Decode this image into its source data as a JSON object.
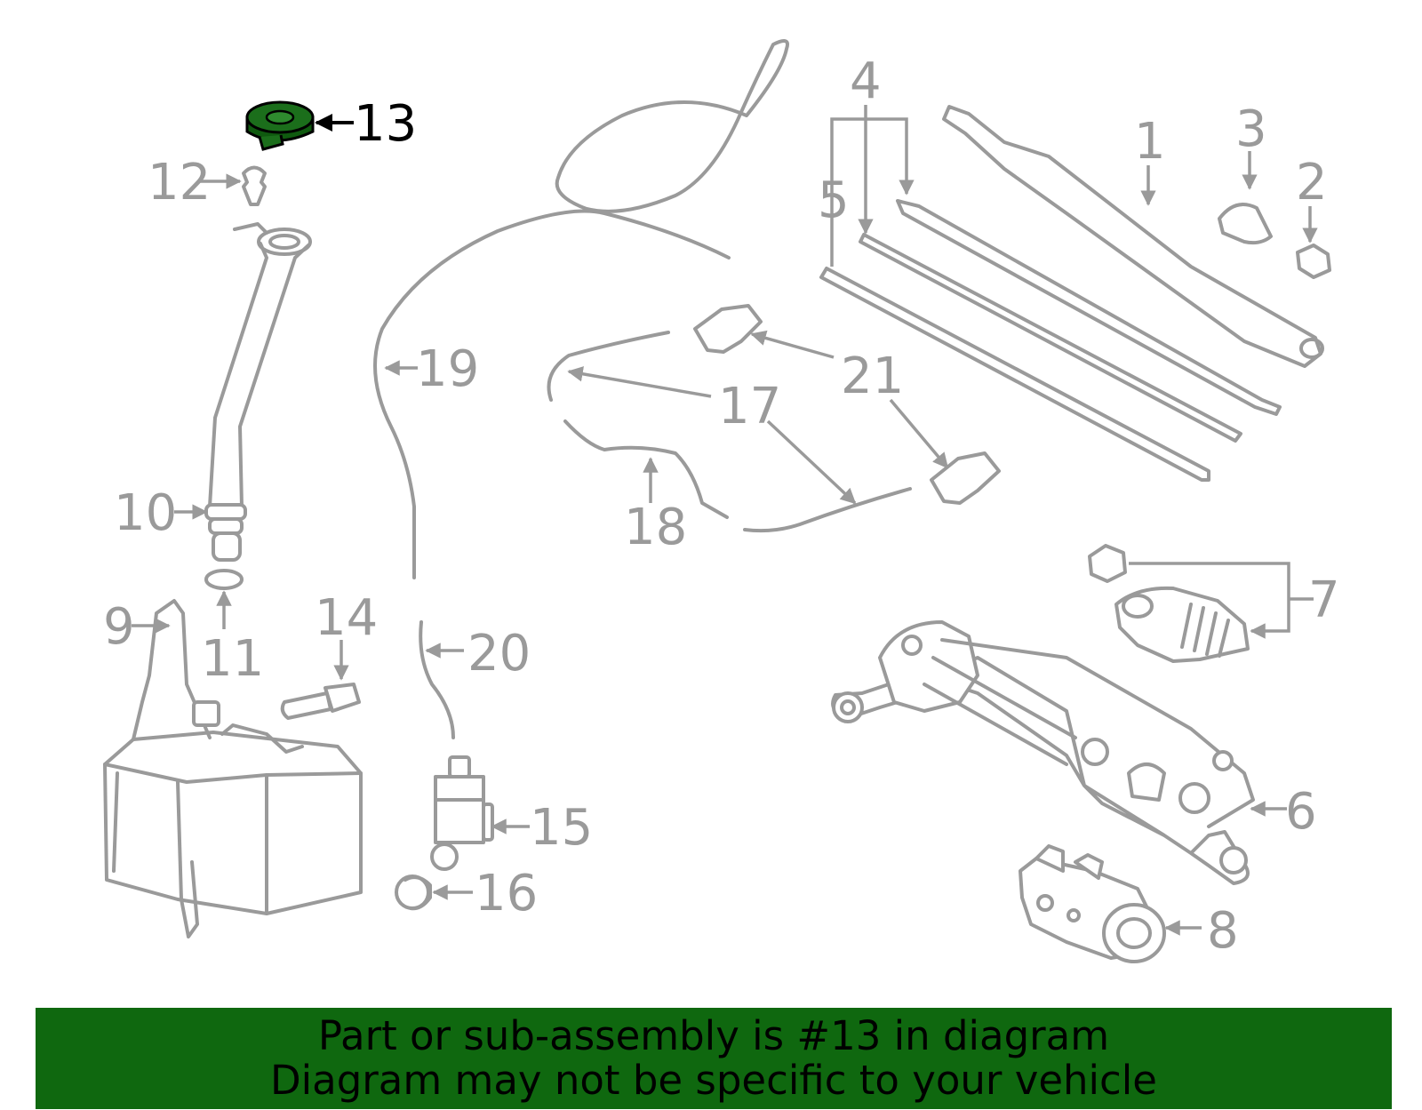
{
  "colors": {
    "highlight": "#1b6e1b",
    "banner_bg": "#0f680f",
    "part_stroke": "#9a9a9a",
    "callout_text": "#9a9a9a",
    "highlight_text": "#000000"
  },
  "diagram": {
    "callouts": [
      "1",
      "2",
      "3",
      "4",
      "5",
      "6",
      "7",
      "8",
      "9",
      "10",
      "11",
      "12",
      "13",
      "14",
      "15",
      "16",
      "17",
      "18",
      "19",
      "20",
      "21"
    ],
    "highlighted_callout": "13"
  },
  "banner": {
    "line1": "Part or sub-assembly is #13 in diagram",
    "line2": "Diagram may not be specific to your vehicle"
  }
}
